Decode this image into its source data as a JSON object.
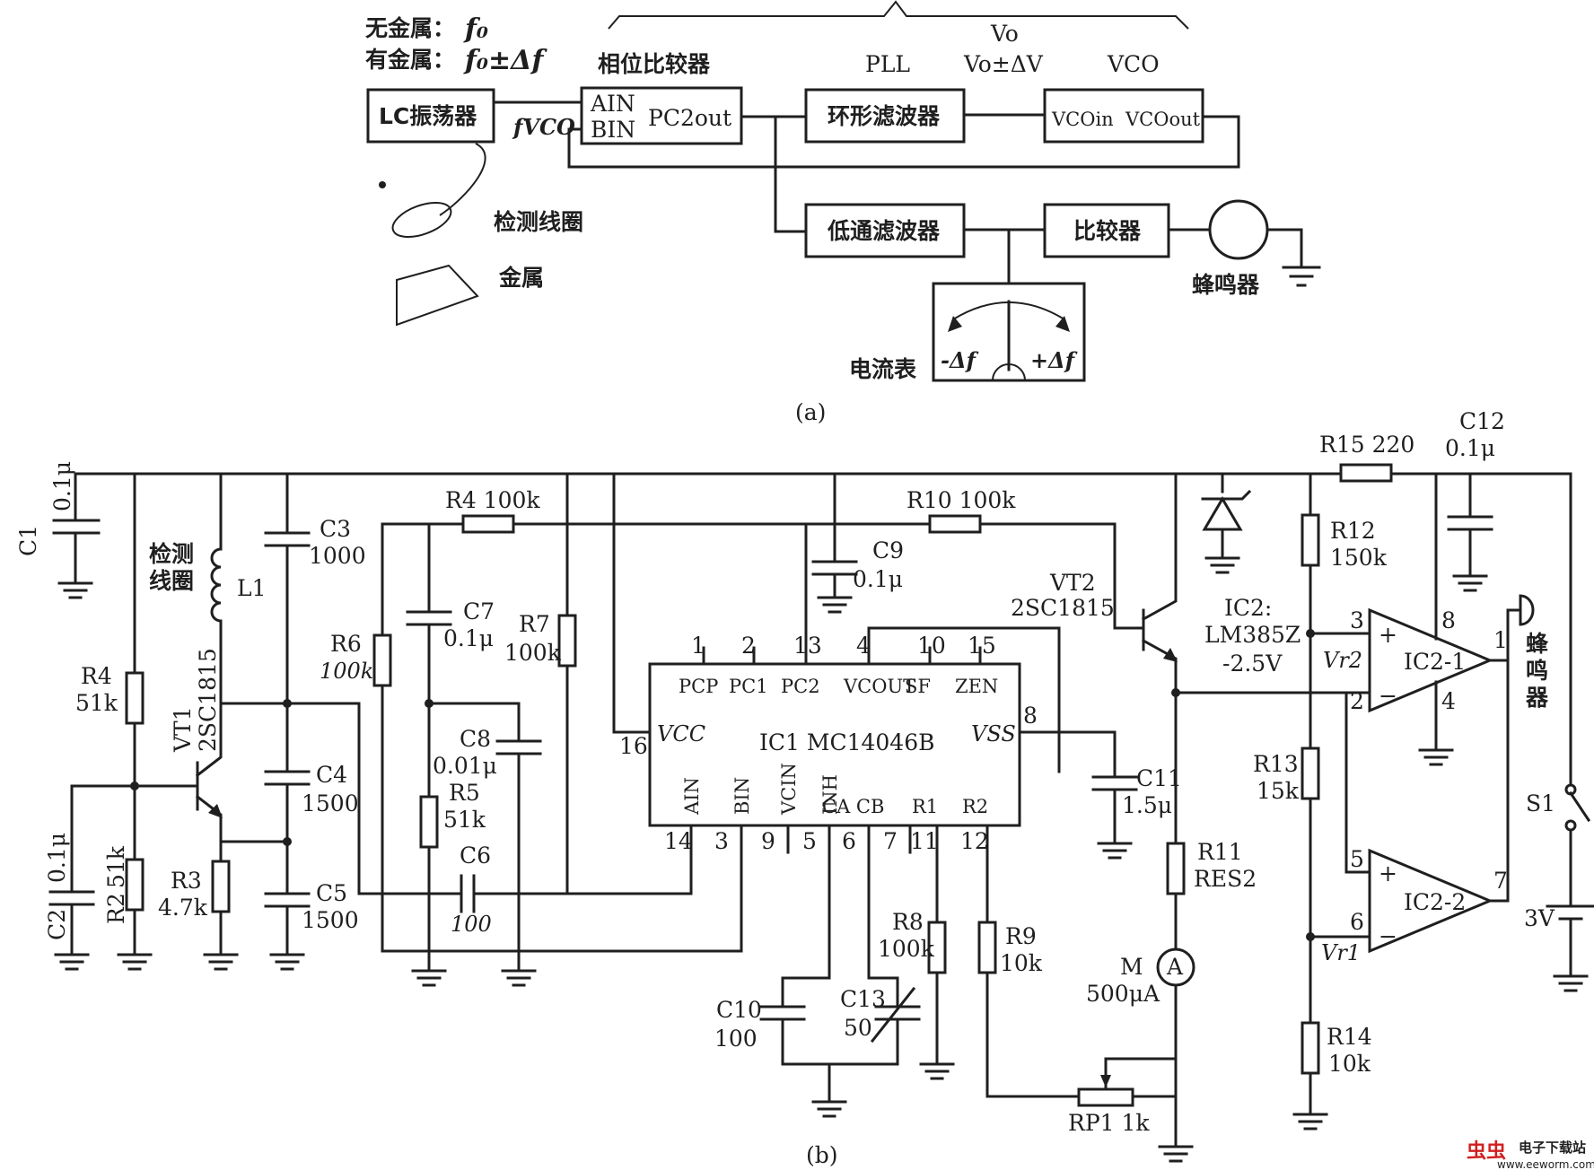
{
  "part_a": {
    "caption": "(a)",
    "no_metal": "无金属：",
    "with_metal": "有金属：",
    "f0": "f₀",
    "f0_pm_df": "f₀±Δf",
    "lc_osc": "LC振荡器",
    "fvco": "fVCO",
    "phase_comp_title": "相位比较器",
    "ain": "AIN",
    "bin": "BIN",
    "pc2out": "PC2out",
    "pll": "PLL",
    "vo": "Vo",
    "vo_pm_dv": "Vo±ΔV",
    "vco": "VCO",
    "loop_filter": "环形滤波器",
    "vco_in": "VCOin",
    "vco_out": "VCOout",
    "detect_coil": "检测线圈",
    "metal": "金属",
    "lowpass": "低通滤波器",
    "comparator": "比较器",
    "buzzer": "蜂鸣器",
    "ammeter": "电流表",
    "minus_df": "-Δf",
    "plus_df": "+Δf"
  },
  "part_b": {
    "caption": "(b)",
    "C1": "C1",
    "C1v": "0.1μ",
    "C2": "C2",
    "C2v": "0.1μ",
    "C3": "C3",
    "C3v": "1000",
    "C4": "C4",
    "C4v": "1500",
    "C5": "C5",
    "C5v": "1500",
    "C6": "C6",
    "C6v": "100",
    "C7": "C7",
    "C7v": "0.1μ",
    "C8": "C8",
    "C8v": "0.01μ",
    "C9": "C9",
    "C9v": "0.1μ",
    "C10": "C10",
    "C10v": "100",
    "C11": "C11",
    "C11v": "1.5μ",
    "C12": "C12",
    "C12v": "0.1μ",
    "C13": "C13",
    "C13v": "50",
    "R2": "R2",
    "R2v": "51k",
    "R3": "R3",
    "R3v": "4.7k",
    "R4a": "R4",
    "R4av": "51k",
    "R4b": "R4 100k",
    "R5": "R5",
    "R5v": "51k",
    "R6": "R6",
    "R6v": "100k",
    "R7": "R7",
    "R7v": "100k",
    "R8": "R8",
    "R8v": "100k",
    "R9": "R9",
    "R9v": "10k",
    "R10": "R10 100k",
    "R11": "R11",
    "R11v": "RES2",
    "R12": "R12",
    "R12v": "150k",
    "R13": "R13",
    "R13v": "15k",
    "R14": "R14",
    "R14v": "10k",
    "R15": "R15 220",
    "RP1": "RP1 1k",
    "L1": "L1",
    "coil_label_1": "检测",
    "coil_label_2": "线圈",
    "VT1": "VT1",
    "VT1v": "2SC1815",
    "VT2": "VT2",
    "VT2v": "2SC1815",
    "IC1": "IC1 MC14046B",
    "IC2": "IC2:",
    "IC2v": "LM385Z",
    "IC2volt": "-2.5V",
    "IC2_1": "IC2-1",
    "IC2_2": "IC2-2",
    "Vr1": "Vr1",
    "Vr2": "Vr2",
    "M": "M",
    "Mv": "500μA",
    "A": "A",
    "S1": "S1",
    "bat": "3V",
    "buzzer_1": "蜂",
    "buzzer_2": "鸣",
    "buzzer_3": "器",
    "pins_top": [
      "1",
      "2",
      "13",
      "4",
      "10",
      "15"
    ],
    "pins_top_names": [
      "PCP",
      "PC1",
      "PC2",
      "VCOUT",
      "SF",
      "ZEN"
    ],
    "pins_bottom": [
      "14",
      "3",
      "9",
      "5",
      "6",
      "7",
      "11",
      "12"
    ],
    "pins_bottom_names": [
      "AIN",
      "BIN",
      "VCIN",
      "INH",
      "CA CB",
      "R1",
      "R2"
    ],
    "pin16": "16",
    "pin8": "8",
    "vcc": "VCC",
    "vss": "VSS",
    "opamp_pins": [
      "3",
      "2",
      "8",
      "4",
      "1",
      "5",
      "6",
      "7"
    ],
    "plus": "+",
    "minus": "−"
  },
  "watermark": {
    "brand": "虫虫",
    "site_cn": "电子下载站",
    "url": "www.eeworm.com"
  }
}
